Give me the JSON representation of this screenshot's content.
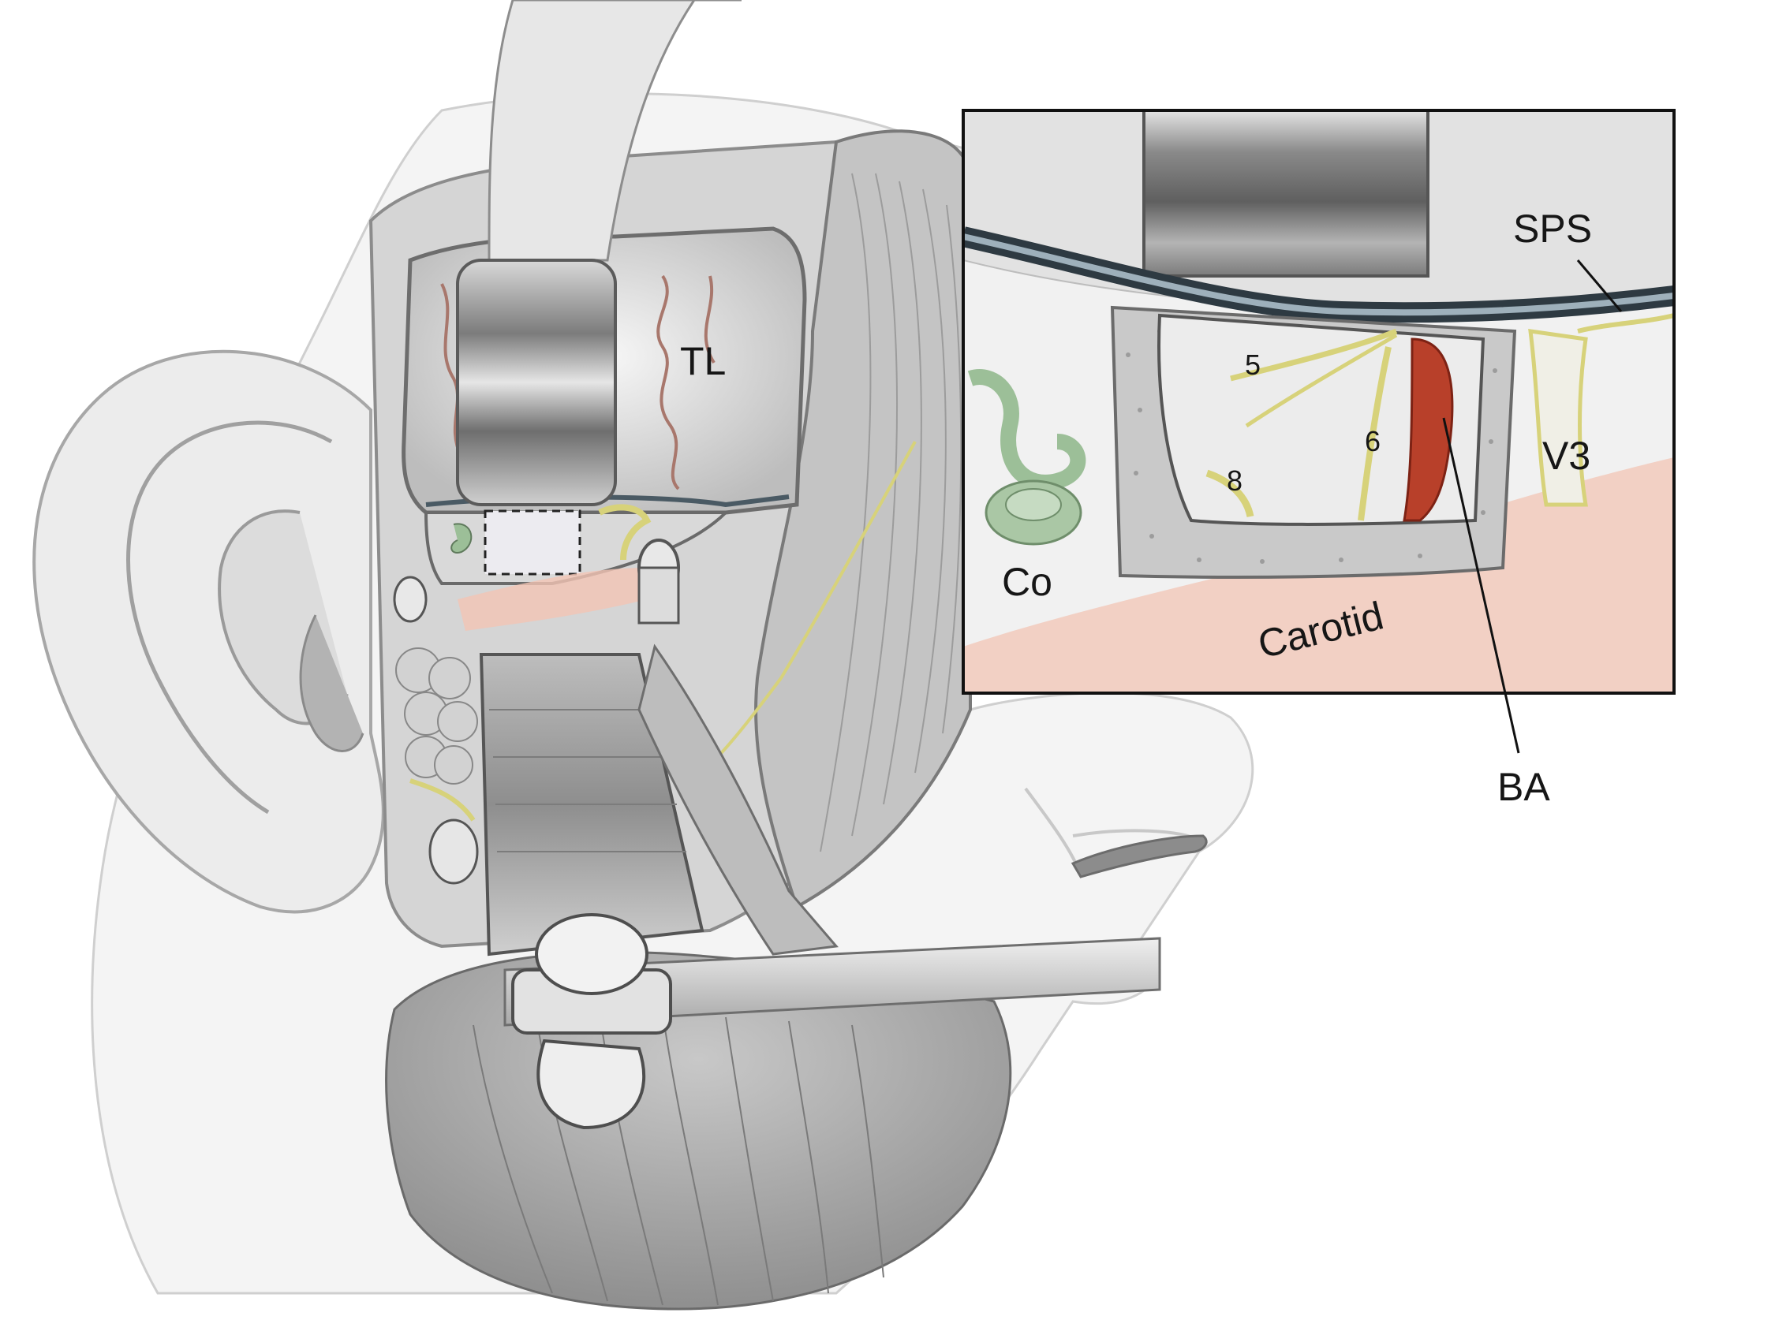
{
  "labels": {
    "tl": "TL",
    "sps": "SPS",
    "n5": "5",
    "n6": "6",
    "n8": "8",
    "v3": "V3",
    "co": "Co",
    "carotid": "Carotid",
    "ba": "BA"
  },
  "colors": {
    "background": "#ffffff",
    "skin": "#f0f0f0",
    "muscle": "#b9b9b9",
    "retractor": "#9a9a9a",
    "artery": "#b8402a",
    "carotid_tint": "#f2c4b4",
    "nerve": "#d7d27a",
    "cochlea": "#9cbf98",
    "outline": "#111111"
  }
}
